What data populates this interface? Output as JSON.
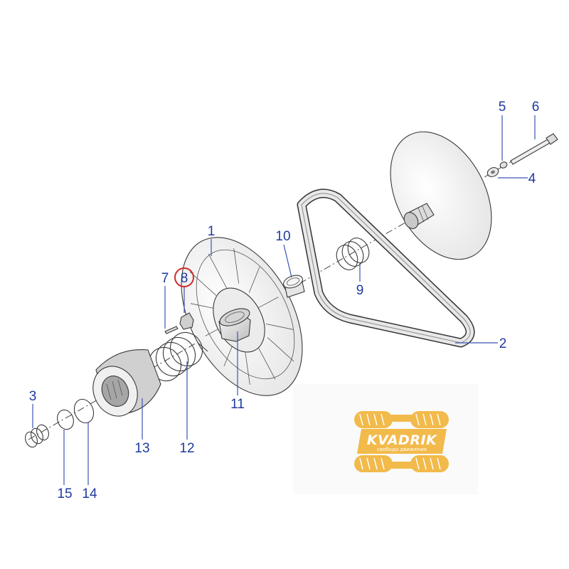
{
  "callouts": [
    {
      "id": "1",
      "label": "1"
    },
    {
      "id": "2",
      "label": "2"
    },
    {
      "id": "3",
      "label": "3"
    },
    {
      "id": "4",
      "label": "4"
    },
    {
      "id": "5",
      "label": "5"
    },
    {
      "id": "6",
      "label": "6"
    },
    {
      "id": "7",
      "label": "7"
    },
    {
      "id": "8",
      "label": "8"
    },
    {
      "id": "9",
      "label": "9"
    },
    {
      "id": "10",
      "label": "10"
    },
    {
      "id": "11",
      "label": "11"
    },
    {
      "id": "12",
      "label": "12"
    },
    {
      "id": "13",
      "label": "13"
    },
    {
      "id": "14",
      "label": "14"
    },
    {
      "id": "15",
      "label": "15"
    }
  ],
  "highlighted_callout": "8",
  "watermark": {
    "brand": "KVADRIK",
    "tagline": "свобода движения",
    "color": "#f2b742"
  },
  "colors": {
    "callout_text": "#1f3aa0",
    "highlight_ring": "#d42a2a",
    "part_fill": "#f2f2f2",
    "part_stroke": "#3a3a3a"
  }
}
